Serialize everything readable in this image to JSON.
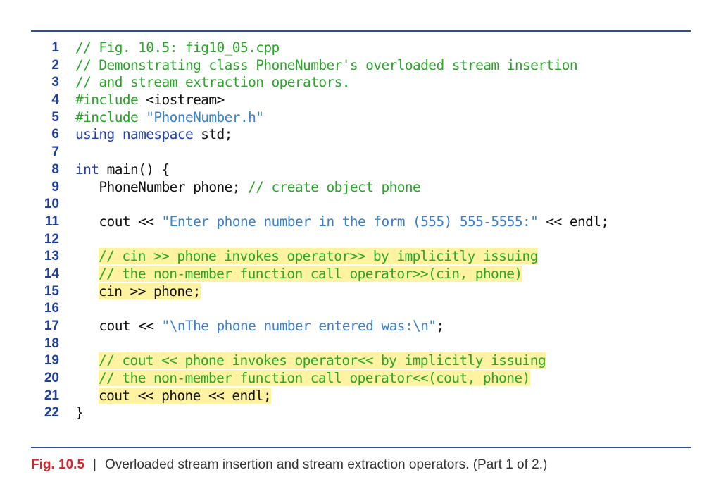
{
  "lines": [
    {
      "n": "1",
      "hl": false,
      "tokens": [
        {
          "t": "comment",
          "v": "// Fig. 10.5: fig10_05.cpp"
        }
      ]
    },
    {
      "n": "2",
      "hl": false,
      "tokens": [
        {
          "t": "comment",
          "v": "// Demonstrating class PhoneNumber's overloaded stream insertion"
        }
      ]
    },
    {
      "n": "3",
      "hl": false,
      "tokens": [
        {
          "t": "comment",
          "v": "// and stream extraction operators."
        }
      ]
    },
    {
      "n": "4",
      "hl": false,
      "tokens": [
        {
          "t": "pre",
          "v": "#include "
        },
        {
          "t": "plain",
          "v": "<iostream>"
        }
      ]
    },
    {
      "n": "5",
      "hl": false,
      "tokens": [
        {
          "t": "pre",
          "v": "#include "
        },
        {
          "t": "str",
          "v": "\"PhoneNumber.h\""
        }
      ]
    },
    {
      "n": "6",
      "hl": false,
      "tokens": [
        {
          "t": "kw",
          "v": "using namespace "
        },
        {
          "t": "plain",
          "v": "std;"
        }
      ]
    },
    {
      "n": "7",
      "hl": false,
      "tokens": []
    },
    {
      "n": "8",
      "hl": false,
      "tokens": [
        {
          "t": "kw",
          "v": "int "
        },
        {
          "t": "plain",
          "v": "main() {"
        }
      ]
    },
    {
      "n": "9",
      "hl": false,
      "tokens": [
        {
          "t": "plain",
          "v": "   PhoneNumber phone; "
        },
        {
          "t": "comment",
          "v": "// create object phone"
        }
      ]
    },
    {
      "n": "10",
      "hl": false,
      "tokens": []
    },
    {
      "n": "11",
      "hl": false,
      "tokens": [
        {
          "t": "plain",
          "v": "   cout << "
        },
        {
          "t": "str",
          "v": "\"Enter phone number in the form (555) 555-5555:\""
        },
        {
          "t": "plain",
          "v": " << endl;"
        }
      ]
    },
    {
      "n": "12",
      "hl": false,
      "tokens": []
    },
    {
      "n": "13",
      "hl": true,
      "tokens": [
        {
          "t": "comment",
          "v": "// cin >> phone invokes operator>> by implicitly issuing"
        }
      ]
    },
    {
      "n": "14",
      "hl": true,
      "tokens": [
        {
          "t": "comment",
          "v": "// the non-member function call operator>>(cin, phone)"
        }
      ]
    },
    {
      "n": "15",
      "hl": true,
      "tokens": [
        {
          "t": "plain",
          "v": "cin >> phone;"
        }
      ]
    },
    {
      "n": "16",
      "hl": false,
      "tokens": []
    },
    {
      "n": "17",
      "hl": false,
      "tokens": [
        {
          "t": "plain",
          "v": "   cout << "
        },
        {
          "t": "str",
          "v": "\"\\nThe phone number entered was:\\n\""
        },
        {
          "t": "plain",
          "v": ";"
        }
      ]
    },
    {
      "n": "18",
      "hl": false,
      "tokens": []
    },
    {
      "n": "19",
      "hl": true,
      "tokens": [
        {
          "t": "comment",
          "v": "// cout << phone invokes operator<< by implicitly issuing"
        }
      ]
    },
    {
      "n": "20",
      "hl": true,
      "tokens": [
        {
          "t": "comment",
          "v": "// the non-member function call operator<<(cout, phone)"
        }
      ]
    },
    {
      "n": "21",
      "hl": true,
      "tokens": [
        {
          "t": "plain",
          "v": "cout << phone << endl;"
        }
      ]
    },
    {
      "n": "22",
      "hl": false,
      "tokens": [
        {
          "t": "plain",
          "v": "}"
        }
      ]
    }
  ],
  "caption": {
    "label": "Fig. 10.5",
    "separator": "|",
    "text": "Overloaded stream insertion and stream extraction operators. (Part 1 of 2.)"
  },
  "colors": {
    "rule": "#2f4f8f",
    "line_number": "#1f3f9a",
    "comment": "#2aa52a",
    "keyword": "#1f3fb0",
    "string": "#3a7fd0",
    "highlight": "#fff2a0",
    "caption_label": "#d8232a"
  }
}
